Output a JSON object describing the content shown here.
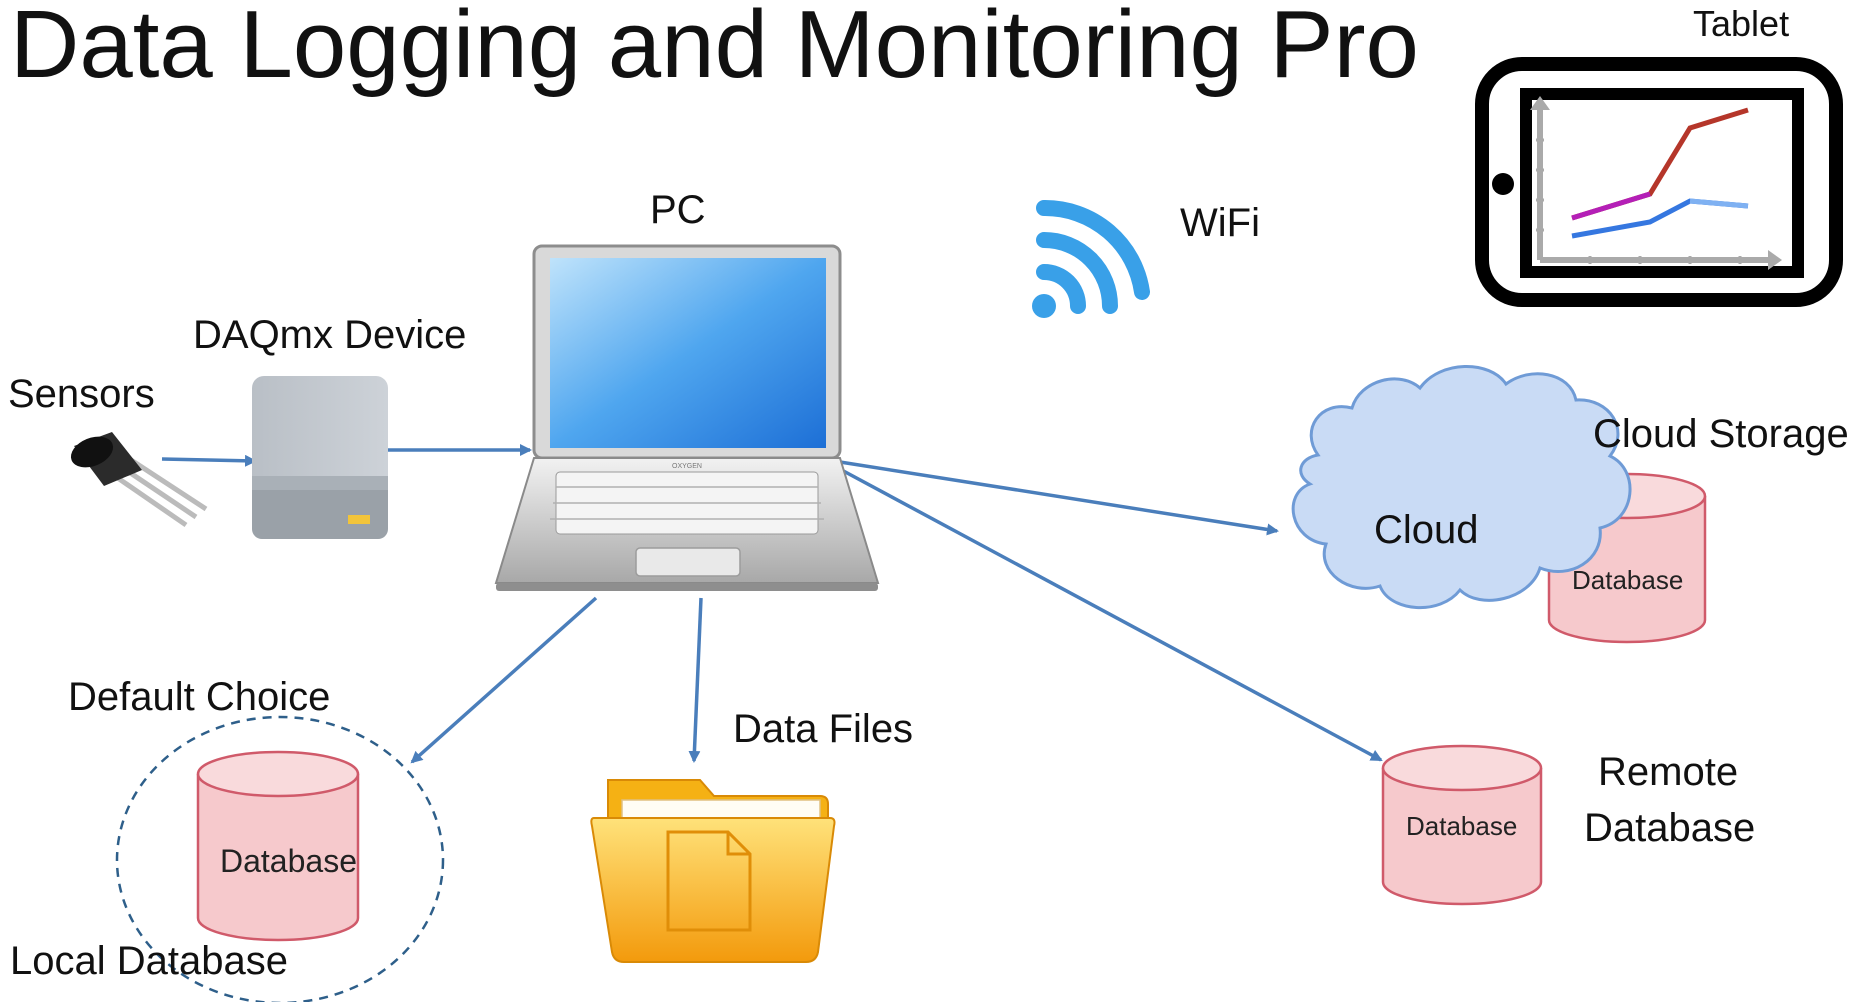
{
  "title": "Data Logging and Monitoring Pro",
  "labels": {
    "tablet": "Tablet",
    "pc": "PC",
    "wifi": "WiFi",
    "daqmx": "DAQmx Device",
    "sensors": "Sensors",
    "cloud_storage": "Cloud Storage",
    "cloud": "Cloud",
    "default_choice": "Default Choice",
    "data_files": "Data Files",
    "remote_line1": "Remote",
    "remote_line2": "Database",
    "local_database": "Local Database",
    "db_local": "Database",
    "db_cloud": "Database",
    "db_remote": "Database",
    "laptop_brand": "OXYGEN"
  },
  "colors": {
    "arrow": "#4a7ebb",
    "db_fill": "#f6c9cc",
    "db_stroke": "#d05a6a",
    "cloud_fill": "#c9dbf5",
    "cloud_stroke": "#6f9bd6",
    "wifi": "#39a0e8",
    "folder": "#f5b114",
    "chart_red": "#b5362a",
    "chart_purple": "#b41fb7",
    "chart_blue": "#3577e0"
  },
  "icons": [
    "tablet-icon",
    "laptop-icon",
    "wifi-icon",
    "daq-device-icon",
    "sensor-icon",
    "cloud-icon",
    "database-icon",
    "folder-icon"
  ]
}
